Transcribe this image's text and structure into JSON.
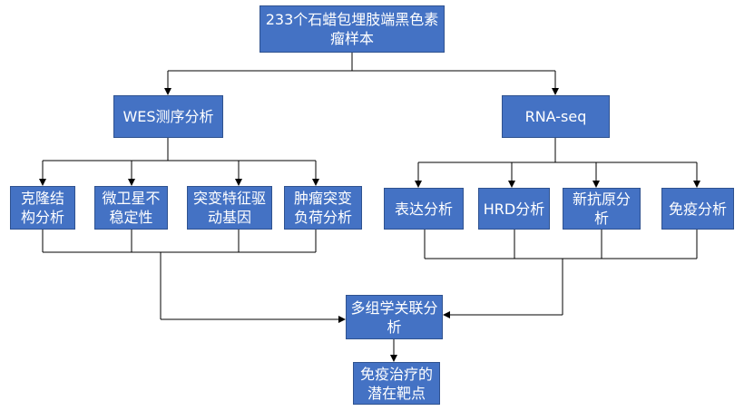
{
  "colors": {
    "box_fill": "#4472C4",
    "box_border": "#2F528F",
    "box_text": "#FFFFFF",
    "connector": "#000000",
    "background": "#FFFFFF"
  },
  "nodes": {
    "root": "233个石蜡包埋肢端黑色素瘤样本",
    "wes": "WES测序分析",
    "rnaseq": "RNA-seq",
    "clonal": "克隆结构分析",
    "msi": "微卫星不稳定性",
    "driver": "突变特征驱动基因",
    "tmb": "肿瘤突变负荷分析",
    "expression": "表达分析",
    "hrd": "HRD分析",
    "neoantigen": "新抗原分析",
    "immune": "免疫分析",
    "multiomics": "多组学关联分析",
    "targets": "免疫治疗的潜在靶点"
  }
}
